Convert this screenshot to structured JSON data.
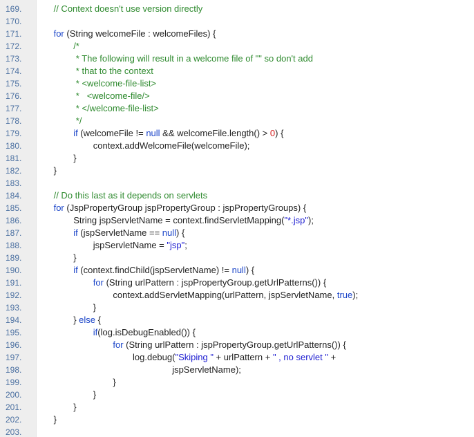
{
  "colors": {
    "gutter_bg": "#eeeeee",
    "line_number": "#4a6fa0",
    "keyword": "#1a44c8",
    "comment": "#2e8a2e",
    "string": "#1b1bd0",
    "number": "#d42020",
    "text": "#222222"
  },
  "lines": [
    {
      "n": "169.",
      "indent": 1,
      "tokens": [
        {
          "t": "// Context doesn't use version directly",
          "c": "cm"
        }
      ]
    },
    {
      "n": "170.",
      "indent": 0,
      "tokens": []
    },
    {
      "n": "171.",
      "indent": 1,
      "tokens": [
        {
          "t": "for",
          "c": "kw"
        },
        {
          "t": " (String welcomeFile : welcomeFiles) {",
          "c": "id"
        }
      ]
    },
    {
      "n": "172.",
      "indent": 2,
      "tokens": [
        {
          "t": "/*",
          "c": "cm"
        }
      ]
    },
    {
      "n": "173.",
      "indent": 2,
      "tokens": [
        {
          "t": " * The following will result in a welcome file of \"\" so don't add",
          "c": "cm"
        }
      ]
    },
    {
      "n": "174.",
      "indent": 2,
      "tokens": [
        {
          "t": " * that to the context",
          "c": "cm"
        }
      ]
    },
    {
      "n": "175.",
      "indent": 2,
      "tokens": [
        {
          "t": " * <welcome-file-list>",
          "c": "cm"
        }
      ]
    },
    {
      "n": "176.",
      "indent": 2,
      "tokens": [
        {
          "t": " *   <welcome-file/>",
          "c": "cm"
        }
      ]
    },
    {
      "n": "177.",
      "indent": 2,
      "tokens": [
        {
          "t": " * </welcome-file-list>",
          "c": "cm"
        }
      ]
    },
    {
      "n": "178.",
      "indent": 2,
      "tokens": [
        {
          "t": " */",
          "c": "cm"
        }
      ]
    },
    {
      "n": "179.",
      "indent": 2,
      "tokens": [
        {
          "t": "if",
          "c": "kw"
        },
        {
          "t": " (welcomeFile != ",
          "c": "id"
        },
        {
          "t": "null",
          "c": "kw"
        },
        {
          "t": " && welcomeFile.length() > ",
          "c": "id"
        },
        {
          "t": "0",
          "c": "num"
        },
        {
          "t": ") {",
          "c": "id"
        }
      ]
    },
    {
      "n": "180.",
      "indent": 3,
      "tokens": [
        {
          "t": "context.addWelcomeFile(welcomeFile);",
          "c": "id"
        }
      ]
    },
    {
      "n": "181.",
      "indent": 2,
      "tokens": [
        {
          "t": "}",
          "c": "id"
        }
      ]
    },
    {
      "n": "182.",
      "indent": 1,
      "tokens": [
        {
          "t": "}",
          "c": "id"
        }
      ]
    },
    {
      "n": "183.",
      "indent": 0,
      "tokens": []
    },
    {
      "n": "184.",
      "indent": 1,
      "tokens": [
        {
          "t": "// Do this last as it depends on servlets",
          "c": "cm"
        }
      ]
    },
    {
      "n": "185.",
      "indent": 1,
      "tokens": [
        {
          "t": "for",
          "c": "kw"
        },
        {
          "t": " (JspPropertyGroup jspPropertyGroup : jspPropertyGroups) {",
          "c": "id"
        }
      ]
    },
    {
      "n": "186.",
      "indent": 2,
      "tokens": [
        {
          "t": "String jspServletName = context.findServletMapping(",
          "c": "id"
        },
        {
          "t": "\"*.jsp\"",
          "c": "str"
        },
        {
          "t": ");",
          "c": "id"
        }
      ]
    },
    {
      "n": "187.",
      "indent": 2,
      "tokens": [
        {
          "t": "if",
          "c": "kw"
        },
        {
          "t": " (jspServletName == ",
          "c": "id"
        },
        {
          "t": "null",
          "c": "kw"
        },
        {
          "t": ") {",
          "c": "id"
        }
      ]
    },
    {
      "n": "188.",
      "indent": 3,
      "tokens": [
        {
          "t": "jspServletName = ",
          "c": "id"
        },
        {
          "t": "\"jsp\"",
          "c": "str"
        },
        {
          "t": ";",
          "c": "id"
        }
      ]
    },
    {
      "n": "189.",
      "indent": 2,
      "tokens": [
        {
          "t": "}",
          "c": "id"
        }
      ]
    },
    {
      "n": "190.",
      "indent": 2,
      "tokens": [
        {
          "t": "if",
          "c": "kw"
        },
        {
          "t": " (context.findChild(jspServletName) != ",
          "c": "id"
        },
        {
          "t": "null",
          "c": "kw"
        },
        {
          "t": ") {",
          "c": "id"
        }
      ]
    },
    {
      "n": "191.",
      "indent": 3,
      "tokens": [
        {
          "t": "for",
          "c": "kw"
        },
        {
          "t": " (String urlPattern : jspPropertyGroup.getUrlPatterns()) {",
          "c": "id"
        }
      ]
    },
    {
      "n": "192.",
      "indent": 4,
      "tokens": [
        {
          "t": "context.addServletMapping(urlPattern, jspServletName, ",
          "c": "id"
        },
        {
          "t": "true",
          "c": "kw"
        },
        {
          "t": ");",
          "c": "id"
        }
      ]
    },
    {
      "n": "193.",
      "indent": 3,
      "tokens": [
        {
          "t": "}",
          "c": "id"
        }
      ]
    },
    {
      "n": "194.",
      "indent": 2,
      "tokens": [
        {
          "t": "} ",
          "c": "id"
        },
        {
          "t": "else",
          "c": "kw"
        },
        {
          "t": " {",
          "c": "id"
        }
      ]
    },
    {
      "n": "195.",
      "indent": 3,
      "tokens": [
        {
          "t": "if",
          "c": "kw"
        },
        {
          "t": "(log.isDebugEnabled()) {",
          "c": "id"
        }
      ]
    },
    {
      "n": "196.",
      "indent": 4,
      "tokens": [
        {
          "t": "for",
          "c": "kw"
        },
        {
          "t": " (String urlPattern : jspPropertyGroup.getUrlPatterns()) {",
          "c": "id"
        }
      ]
    },
    {
      "n": "197.",
      "indent": 5,
      "tokens": [
        {
          "t": "log.debug(",
          "c": "id"
        },
        {
          "t": "\"Skiping \"",
          "c": "str"
        },
        {
          "t": " + urlPattern + ",
          "c": "id"
        },
        {
          "t": "\" , no servlet \"",
          "c": "str"
        },
        {
          "t": " +",
          "c": "id"
        }
      ]
    },
    {
      "n": "198.",
      "indent": 7,
      "tokens": [
        {
          "t": "jspServletName);",
          "c": "id"
        }
      ]
    },
    {
      "n": "199.",
      "indent": 4,
      "tokens": [
        {
          "t": "}",
          "c": "id"
        }
      ]
    },
    {
      "n": "200.",
      "indent": 3,
      "tokens": [
        {
          "t": "}",
          "c": "id"
        }
      ]
    },
    {
      "n": "201.",
      "indent": 2,
      "tokens": [
        {
          "t": "}",
          "c": "id"
        }
      ]
    },
    {
      "n": "202.",
      "indent": 1,
      "tokens": [
        {
          "t": "}",
          "c": "id"
        }
      ]
    },
    {
      "n": "203.",
      "indent": 0,
      "tokens": []
    }
  ]
}
